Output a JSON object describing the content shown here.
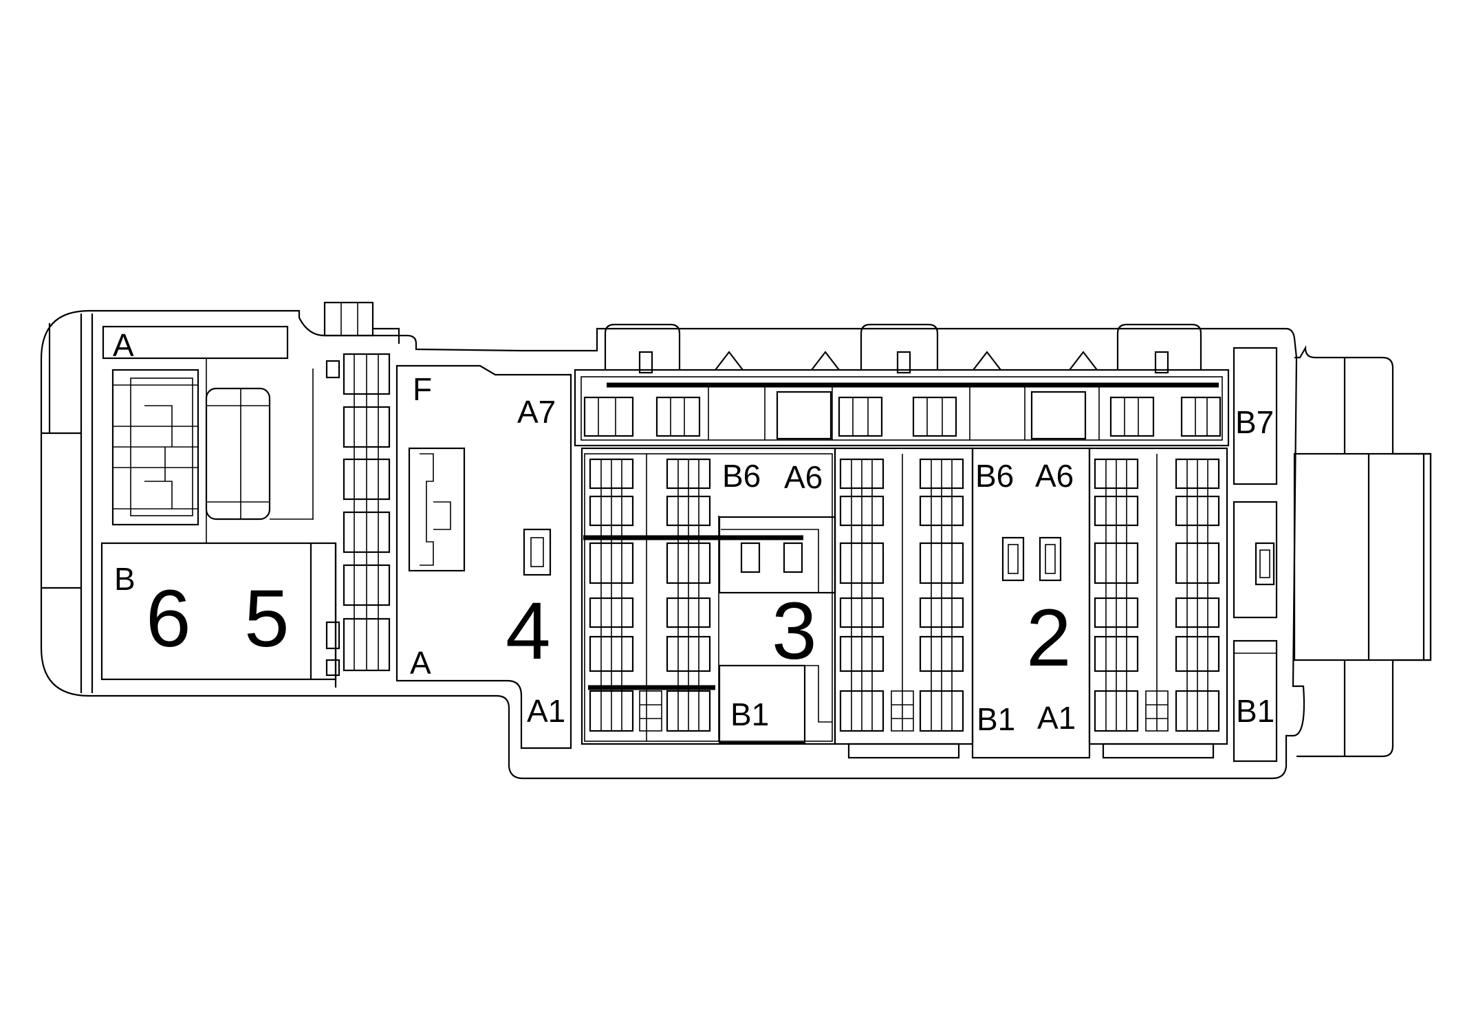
{
  "connectors": {
    "big_numbers": [
      "6",
      "5",
      "4",
      "3",
      "2"
    ],
    "letters": {
      "a_top_left": "A",
      "b_left": "B",
      "f": "F",
      "a_mid": "A"
    },
    "pin_labels": {
      "a7": "A7",
      "a1_c4": "A1",
      "b6_c3": "B6",
      "a6_c3": "A6",
      "b1_c3": "B1",
      "b6_c2": "B6",
      "a6_c2": "A6",
      "b1_c2": "B1",
      "a1_c2": "A1",
      "b7_right": "B7",
      "b1_right": "B1"
    }
  }
}
